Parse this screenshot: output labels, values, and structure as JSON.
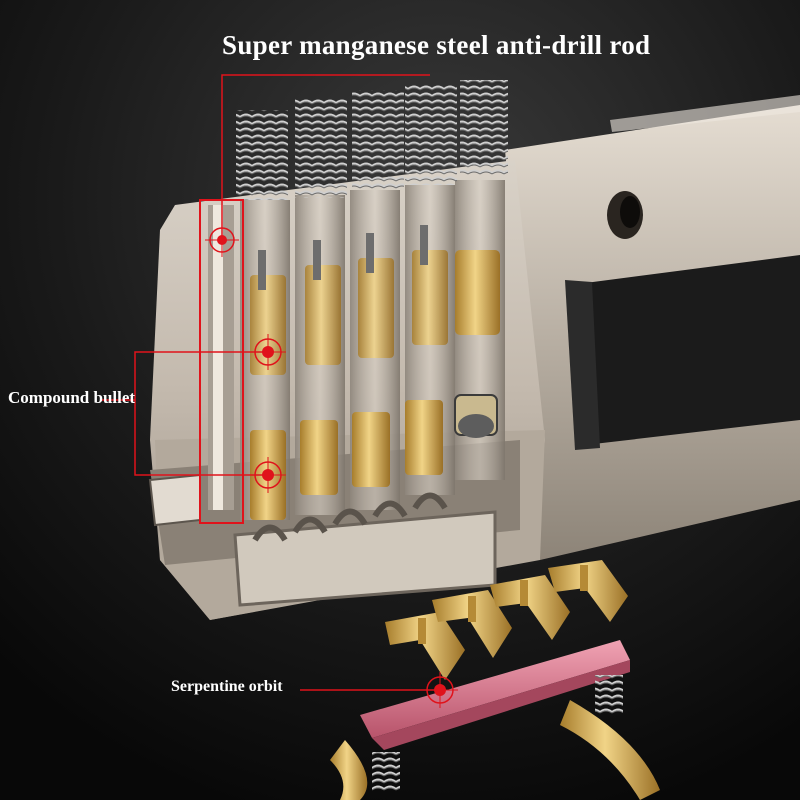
{
  "title": "Super manganese steel anti-drill rod",
  "callouts": {
    "compound_bullet": "Compound bullet",
    "serpentine_orbit": "Serpentine orbit"
  },
  "colors": {
    "background": "#111111",
    "cylinder_body": "#c7beb4",
    "brass": "#d8b25a",
    "callout_red": "#e0131b",
    "serpentine_rail": "#d97a8e"
  }
}
